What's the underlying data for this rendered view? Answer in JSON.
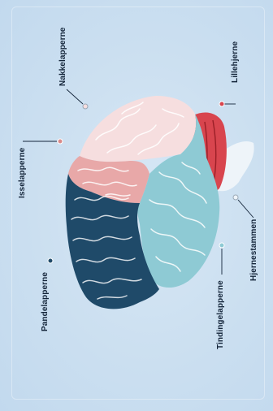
{
  "labels": {
    "isselapperne": "Isselapperne",
    "nakkelapperne": "Nakkelapperne",
    "lillehjerne": "Lillehjerne",
    "hjernestammen": "Hjernestammen",
    "tindingelapperne": "Tindingelapperne",
    "pandelapperne": "Pandelapperne"
  },
  "colors": {
    "background": "#cbdff0",
    "frontal_lobe": "#1f4a69",
    "parietal_lobe": "#e8a8a8",
    "occipital_lobe": "#f6dedf",
    "temporal_lobe": "#8ecad4",
    "cerebellum": "#d8454e",
    "brainstem": "#eef4f9",
    "label_text": "#14253a"
  }
}
